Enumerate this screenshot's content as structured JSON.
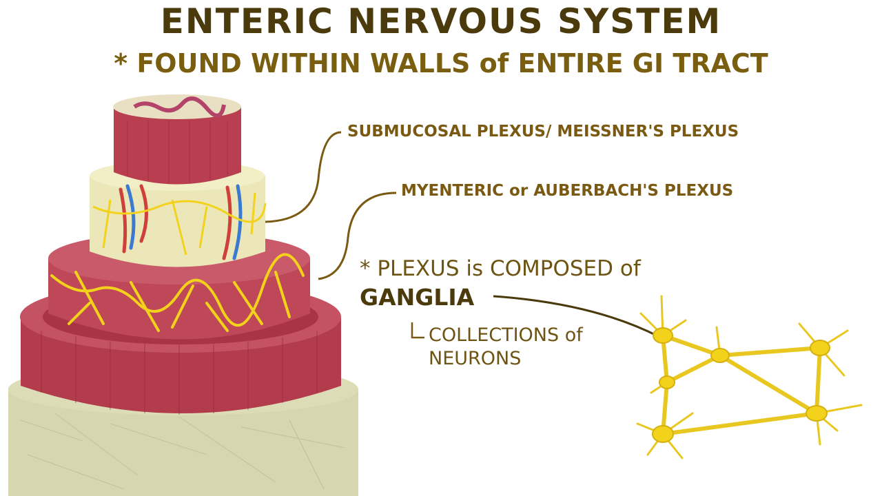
{
  "header": {
    "title": "ENTERIC NERVOUS SYSTEM",
    "subtitle": "* FOUND WITHIN WALLS of ENTIRE GI TRACT"
  },
  "labels": {
    "submucosal": "SUBMUCOSAL PLEXUS/ MEISSNER'S PLEXUS",
    "myenteric": "MYENTERIC or AUBERBACH'S PLEXUS"
  },
  "note": {
    "composed": "* PLEXUS is COMPOSED of",
    "ganglia": "GANGLIA",
    "collections_line1": "COLLECTIONS of",
    "collections_line2": "NEURONS"
  },
  "colors": {
    "title": "#4a3a0c",
    "label": "#7a5a12",
    "muscle": "#b33c4c",
    "submucosa": "#ece7b8",
    "serosa": "#d8d8b0",
    "nerve": "#f2d21a"
  }
}
